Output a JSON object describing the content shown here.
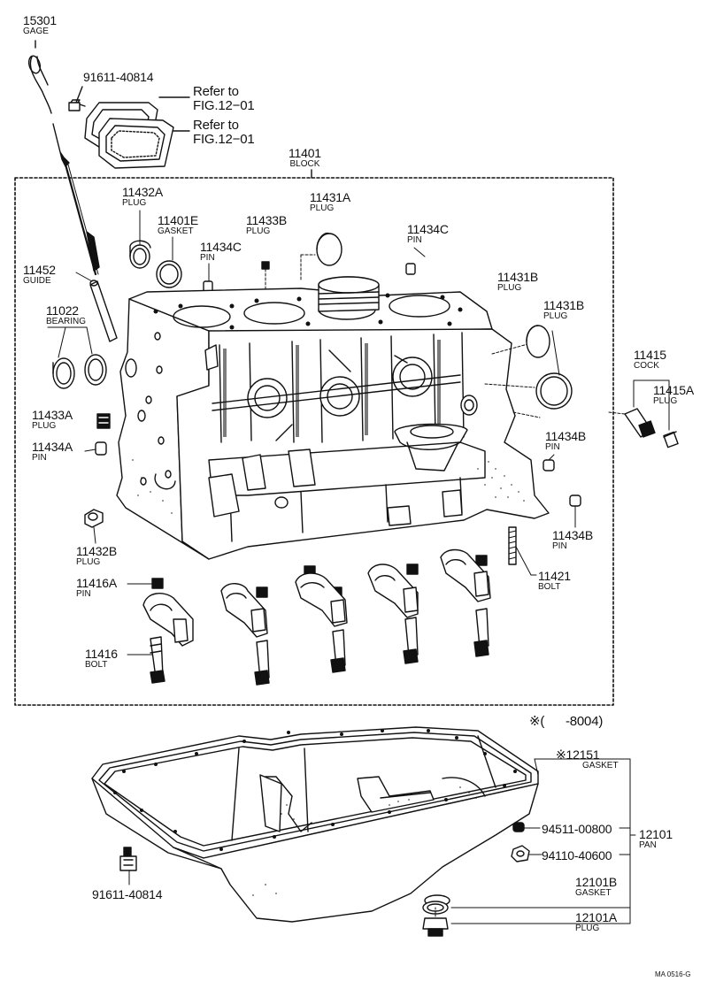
{
  "drawing_code": "MA 0516-G",
  "note": "※(      -8004)",
  "parts": [
    {
      "id": "gage",
      "number": "15301",
      "name": "GAGE"
    },
    {
      "id": "bolt-top",
      "number": "91611-40814",
      "name": ""
    },
    {
      "id": "ref1",
      "number": "Refer to",
      "name": "FIG.12−01"
    },
    {
      "id": "ref2",
      "number": "Refer to",
      "name": "FIG.12−01"
    },
    {
      "id": "block",
      "number": "11401",
      "name": "BLOCK"
    },
    {
      "id": "plug-11432a",
      "number": "11432A",
      "name": "PLUG"
    },
    {
      "id": "gasket-11401e",
      "number": "11401E",
      "name": "GASKET"
    },
    {
      "id": "plug-11433b",
      "number": "11433B",
      "name": "PLUG"
    },
    {
      "id": "plug-11431a",
      "number": "11431A",
      "name": "PLUG"
    },
    {
      "id": "pin-11434c-a",
      "number": "11434C",
      "name": "PIN"
    },
    {
      "id": "pin-11434c-b",
      "number": "11434C",
      "name": "PIN"
    },
    {
      "id": "guide",
      "number": "11452",
      "name": "GUIDE"
    },
    {
      "id": "bearing",
      "number": "11022",
      "name": "BEARING"
    },
    {
      "id": "plug-11431b-a",
      "number": "11431B",
      "name": "PLUG"
    },
    {
      "id": "plug-11431b-b",
      "number": "11431B",
      "name": "PLUG"
    },
    {
      "id": "cock",
      "number": "11415",
      "name": "COCK"
    },
    {
      "id": "plug-11415a",
      "number": "11415A",
      "name": "PLUG"
    },
    {
      "id": "plug-11433a",
      "number": "11433A",
      "name": "PLUG"
    },
    {
      "id": "pin-11434a",
      "number": "11434A",
      "name": "PIN"
    },
    {
      "id": "pin-11434b-a",
      "number": "11434B",
      "name": "PIN"
    },
    {
      "id": "pin-11434b-b",
      "number": "11434B",
      "name": "PIN"
    },
    {
      "id": "plug-11432b",
      "number": "11432B",
      "name": "PLUG"
    },
    {
      "id": "pin-11416a",
      "number": "11416A",
      "name": "PIN"
    },
    {
      "id": "bolt-11421",
      "number": "11421",
      "name": "BOLT"
    },
    {
      "id": "bolt-11416",
      "number": "11416",
      "name": "BOLT"
    },
    {
      "id": "gasket-12151",
      "number": "※12151",
      "name": "GASKET"
    },
    {
      "id": "bolt-94511",
      "number": "94511-00800",
      "name": ""
    },
    {
      "id": "pan",
      "number": "12101",
      "name": "PAN"
    },
    {
      "id": "nut-94110",
      "number": "94110-40600",
      "name": ""
    },
    {
      "id": "bolt-bottom",
      "number": "91611-40814",
      "name": ""
    },
    {
      "id": "gasket-12101b",
      "number": "12101B",
      "name": "GASKET"
    },
    {
      "id": "plug-12101a",
      "number": "12101A",
      "name": "PLUG"
    }
  ]
}
